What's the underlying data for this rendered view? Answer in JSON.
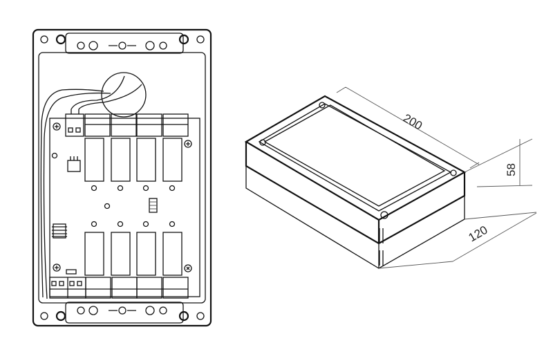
{
  "dimensions": {
    "length": "200",
    "height": "58",
    "width": "120"
  },
  "colors": {
    "line": "#111111",
    "dimension": "#555555",
    "background": "#ffffff"
  }
}
